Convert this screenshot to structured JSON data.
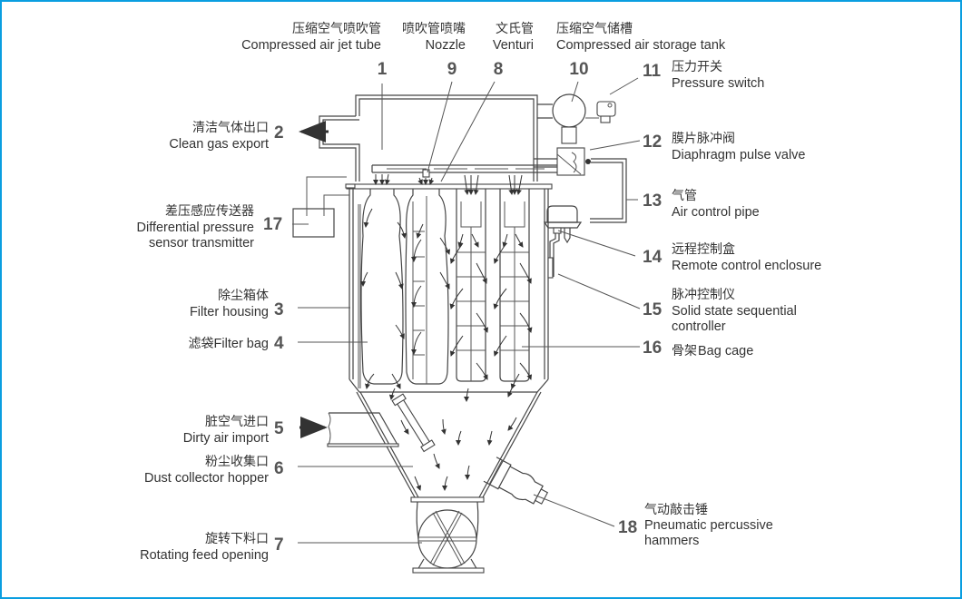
{
  "diagram": {
    "title": "Pulse jet bag filter dust collector structure",
    "border_color": "#0a9ee0",
    "labels": [
      {
        "id": "1",
        "num": "1",
        "cn": "压缩空气喷吹管",
        "en": [
          "Compressed air jet tube"
        ]
      },
      {
        "id": "2",
        "num": "2",
        "cn": "清洁气体出口",
        "en": [
          "Clean gas export"
        ]
      },
      {
        "id": "3",
        "num": "3",
        "cn": "除尘箱体",
        "en": [
          "Filter housing"
        ]
      },
      {
        "id": "4",
        "num": "4",
        "cn": "滤袋",
        "en": [
          "Filter bag"
        ]
      },
      {
        "id": "5",
        "num": "5",
        "cn": "脏空气进口",
        "en": [
          "Dirty air import"
        ]
      },
      {
        "id": "6",
        "num": "6",
        "cn": "粉尘收集口",
        "en": [
          "Dust collector hopper"
        ]
      },
      {
        "id": "7",
        "num": "7",
        "cn": "旋转下料口",
        "en": [
          "Rotating feed opening"
        ]
      },
      {
        "id": "8",
        "num": "8",
        "cn": "文氏管",
        "en": [
          "Venturi"
        ]
      },
      {
        "id": "9",
        "num": "9",
        "cn": "喷吹管喷嘴",
        "en": [
          "Nozzle"
        ]
      },
      {
        "id": "10",
        "num": "10",
        "cn": "压缩空气储槽",
        "en": [
          "Compressed air storage tank"
        ]
      },
      {
        "id": "11",
        "num": "11",
        "cn": "压力开关",
        "en": [
          "Pressure switch"
        ]
      },
      {
        "id": "12",
        "num": "12",
        "cn": "膜片脉冲阀",
        "en": [
          "Diaphragm pulse valve"
        ]
      },
      {
        "id": "13",
        "num": "13",
        "cn": "气管",
        "en": [
          "Air control pipe"
        ]
      },
      {
        "id": "14",
        "num": "14",
        "cn": "远程控制盒",
        "en": [
          "Remote control enclosure"
        ]
      },
      {
        "id": "15",
        "num": "15",
        "cn": "脉冲控制仪",
        "en": [
          "Solid state sequential",
          "controller"
        ]
      },
      {
        "id": "16",
        "num": "16",
        "cn": "骨架",
        "en": [
          "Bag cage"
        ]
      },
      {
        "id": "17",
        "num": "17",
        "cn": "差压感应传送器",
        "en": [
          "Differential pressure",
          "sensor transmitter"
        ]
      },
      {
        "id": "18",
        "num": "18",
        "cn": "气动敲击锤",
        "en": [
          "Pneumatic percussive",
          "hammers"
        ]
      }
    ]
  }
}
